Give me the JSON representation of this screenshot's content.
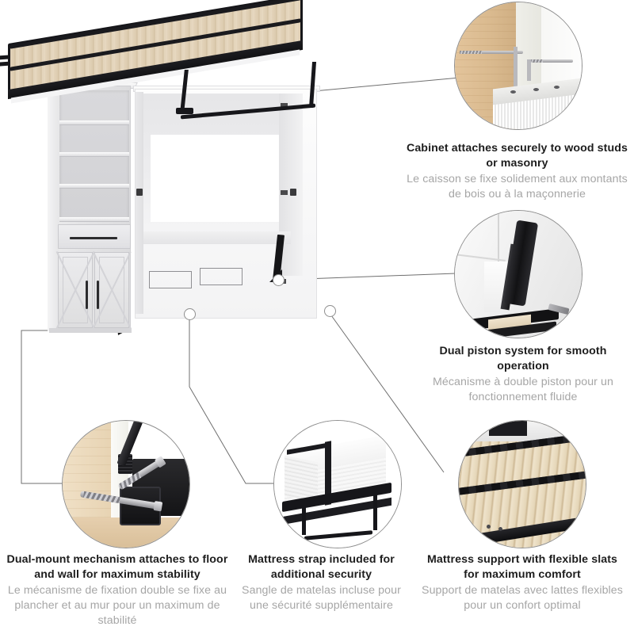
{
  "product": {
    "name": "wall-bed-with-storage-cabinet",
    "components": {
      "storage_tower": "bookcase-with-drawer-and-barn-doors",
      "cabinet": "open-murphy-bed-cabinet",
      "bed": "folded-down-bed-platform-with-wooden-slats",
      "piston": "black-piston-arm"
    }
  },
  "callouts": [
    {
      "id": "cabinet-attachment",
      "en": "Cabinet attaches securely to wood studs or masonry",
      "fr": "Le caisson se fixe solidement aux montants de bois ou à la maçonnerie",
      "detail_image": "wood-stud-with-mounting-screws"
    },
    {
      "id": "dual-piston",
      "en": "Dual piston system for smooth operation",
      "fr": "Mécanisme à double piston pour un fonctionnement fluide",
      "detail_image": "black-piston-mechanism"
    },
    {
      "id": "dual-mount",
      "en": "Dual-mount mechanism attaches to floor and wall for maximum stability",
      "fr": "Le mécanisme de fixation double se fixe au plancher et au mur pour un maximum de stabilité",
      "detail_image": "floor-and-wall-bracket-with-lag-screws"
    },
    {
      "id": "mattress-strap",
      "en": "Mattress strap included for additional security",
      "fr": "Sangle de matelas incluse pour une sécurité supplémentaire",
      "detail_image": "mattress-with-black-strap-on-frame"
    },
    {
      "id": "slat-support",
      "en": "Mattress support with flexible slats for maximum comfort",
      "fr": "Support de matelas avec lattes flexibles pour un confort optimal",
      "detail_image": "wooden-slats-on-black-frame"
    }
  ],
  "colors": {
    "background": "#ffffff",
    "heading_text": "#1d1d1d",
    "subtext": "#a6a6a6",
    "leader_line": "#6f6f6f",
    "circle_border": "#8e8e8e",
    "cabinet_light_gray": "#e4e4e6",
    "frame_black": "#16161a",
    "slat_wood": "#e3d3ba",
    "stud_wood": "#e3c49b"
  }
}
